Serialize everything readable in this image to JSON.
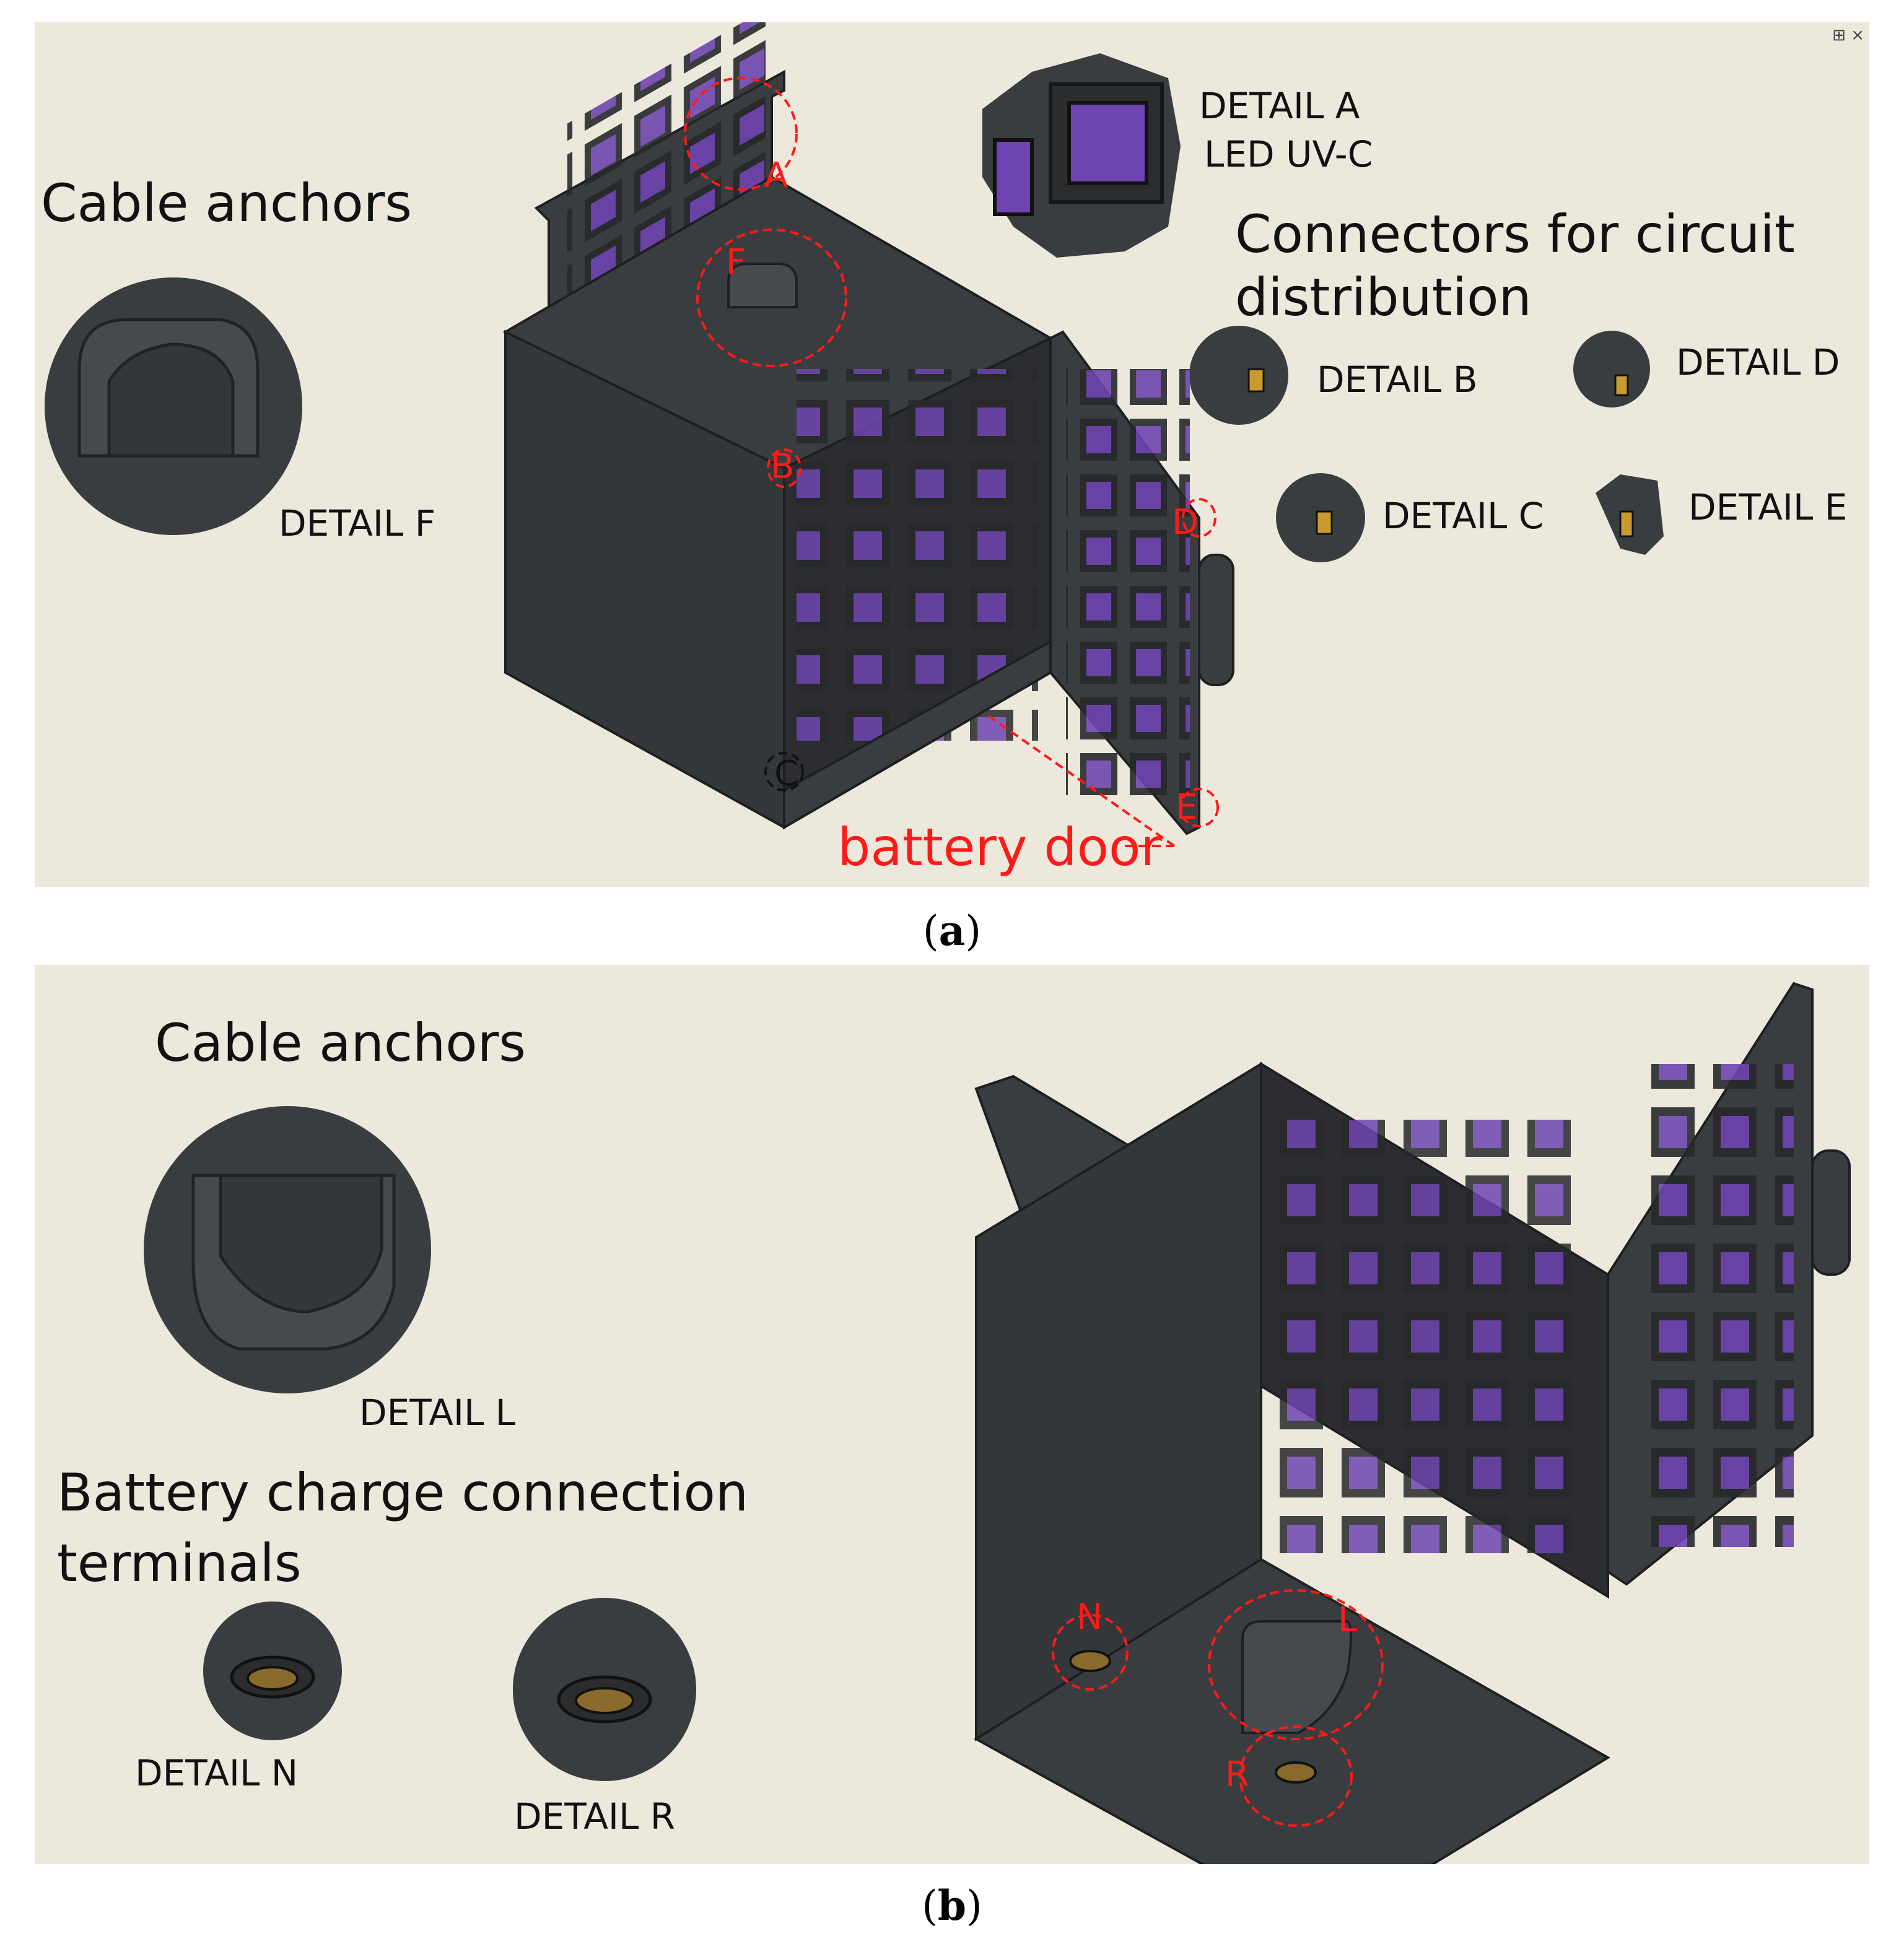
{
  "panel_a": {
    "window_controls": "⊞ ×",
    "cable_anchors_title": "Cable anchors",
    "detail_f": "DETAIL  F",
    "detail_a": "DETAIL  A",
    "led_uvc": "LED UV-C",
    "connectors_line1": "Connectors for circuit",
    "connectors_line2": "distribution",
    "detail_b": "DETAIL  B",
    "detail_c": "DETAIL  C",
    "detail_d": "DETAIL  D",
    "detail_e": "DETAIL  E",
    "battery_door": "battery door",
    "tags": [
      "A",
      "F",
      "B",
      "D",
      "E",
      "C"
    ]
  },
  "panel_b": {
    "cable_anchors_title": "Cable anchors",
    "detail_l": "DETAIL  L",
    "battery_line1": "Battery charge connection",
    "battery_line2": "terminals",
    "detail_n": "DETAIL  N",
    "detail_r": "DETAIL  R",
    "tags": [
      "N",
      "L",
      "R"
    ]
  },
  "captions": {
    "a": "a",
    "b": "b"
  },
  "colors": {
    "background": "#ece9dc",
    "body": "#3a3d40",
    "led": "#7b4fc0",
    "annotation": "#ff1a1a",
    "terminal": "#8a6a2a"
  }
}
